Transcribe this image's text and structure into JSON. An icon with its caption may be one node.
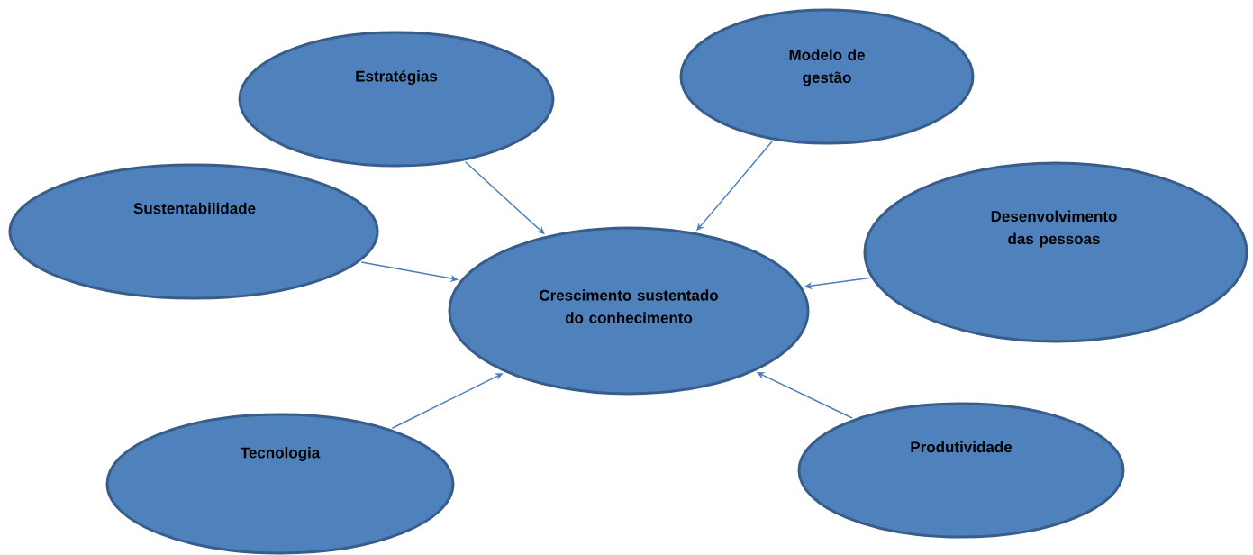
{
  "diagram": {
    "nodes": [
      {
        "text": [
          "Estratégias"
        ]
      },
      {
        "text": [
          "Modelo de gestão"
        ]
      },
      {
        "text": [
          "Sustentabilidade"
        ]
      },
      {
        "text": [
          "Desenvolvimento das pessoas"
        ]
      },
      {
        "text": [
          "Crescimento sustentado  do conhecimento"
        ]
      },
      {
        "text": [
          "Tecnologia"
        ]
      },
      {
        "text": [
          "Produtividade"
        ]
      }
    ],
    "edges": [
      {
        "from": 0,
        "to": 4,
        "arrow": "to"
      },
      {
        "from": 1,
        "to": 4,
        "arrow": "to"
      },
      {
        "from": 2,
        "to": 4,
        "arrow": "to"
      },
      {
        "from": 3,
        "to": 4,
        "arrow": "to"
      },
      {
        "from": 5,
        "to": 4,
        "arrow": "to"
      },
      {
        "from": 6,
        "to": 4,
        "arrow": "to"
      }
    ]
  }
}
